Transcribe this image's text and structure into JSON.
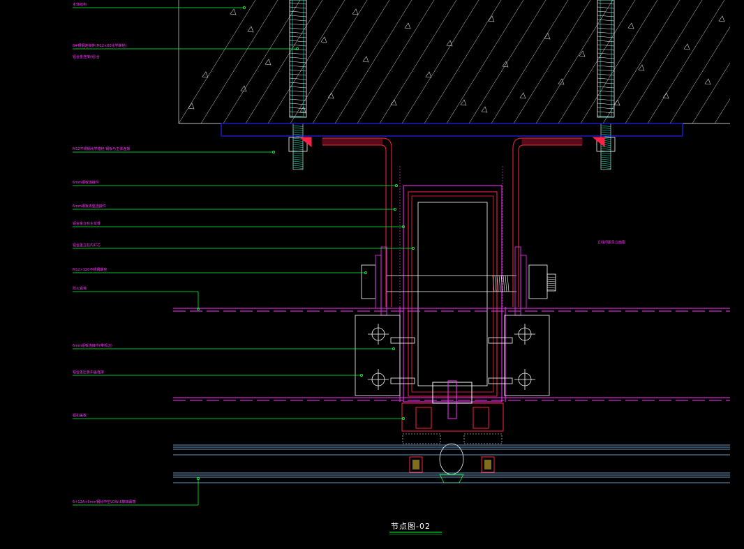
{
  "drawing": {
    "title": "节点图-02",
    "colors": {
      "background": "#000000",
      "leader": "#00ff33",
      "label": "#ff33ff",
      "hatch": "#ffffff",
      "profile": "#ff2244",
      "plate": "#1a1aff",
      "glass": "#66ccff",
      "bolt": "#ffffff"
    }
  },
  "labels": [
    {
      "text": "主体结构"
    },
    {
      "text": "8#槽钢连接件(M12×80化学螺栓)"
    },
    {
      "text": "铝合金连接(组)合"
    },
    {
      "text": "M12不锈钢化学锚栓 钢板与主体连接"
    },
    {
      "text": "6mm钢板连接件"
    },
    {
      "text": "6mm钢板支座连接件"
    },
    {
      "text": "铝合金立柱主龙骨"
    },
    {
      "text": "铝合金立柱内衬芯"
    },
    {
      "text": "M12×120不锈钢螺栓"
    },
    {
      "text": "防火岩棉"
    },
    {
      "text": "6mm铝板连接件(带折边)"
    },
    {
      "text": "铝合金压板扣盖连接"
    },
    {
      "text": "铝扣盖板"
    },
    {
      "text": "6+12A+6mm钢化中空LOW-E玻璃幕墙"
    }
  ],
  "side_note": "立柱间距见立面图"
}
